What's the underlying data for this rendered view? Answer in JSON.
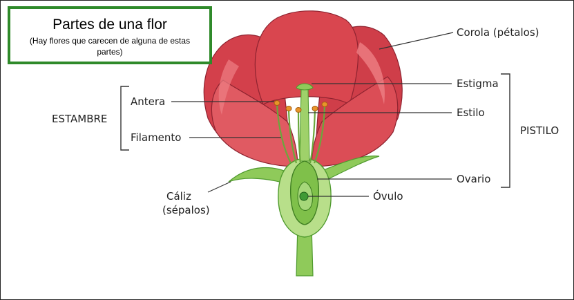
{
  "title": {
    "main": "Partes de una flor",
    "subtitle": "(Hay flores que carecen de alguna de estas partes)"
  },
  "labels": {
    "corola": "Corola (pétalos)",
    "estigma": "Estigma",
    "estilo": "Estilo",
    "ovario": "Ovario",
    "ovulo": "Óvulo",
    "pistilo": "PISTILO",
    "antera": "Antera",
    "filamento": "Filamento",
    "estambre": "ESTAMBRE",
    "caliz_line1": "Cáliz",
    "caliz_line2": "(sépalos)"
  },
  "colors": {
    "petal": "#d9464f",
    "petal_light": "#ee7f84",
    "petal_dark": "#b52f3a",
    "green": "#7fc04a",
    "green_light": "#b8df8a",
    "green_dark": "#4f9a2e",
    "anther": "#e8942a",
    "title_border": "#2f8a2a"
  }
}
